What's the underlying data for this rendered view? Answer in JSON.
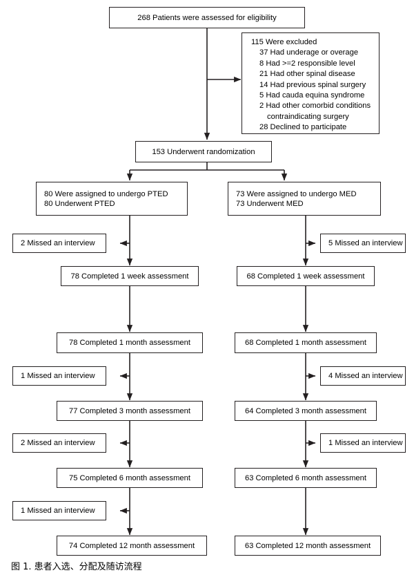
{
  "figure": {
    "caption": "图 1. 患者入选、分配及随访流程",
    "line_color": "#231f20"
  },
  "enrollment": {
    "assessed_label": "268 Patients were assessed for eligibility",
    "randomized_label": "153 Underwent randomization"
  },
  "excluded": {
    "heading": "115 Were excluded",
    "reasons": [
      "37 Had underage or overage",
      "8 Had >=2 responsible level",
      "21 Had other spinal disease",
      "14 Had previous spinal surgery",
      "5 Had cauda equina syndrome",
      "2 Had other comorbid conditions",
      "contraindicating surgery",
      "28 Declined to participate"
    ]
  },
  "arms": {
    "left": {
      "assigned_line1": "80 Were assigned to undergo PTED",
      "assigned_line2": "80 Underwent PTED",
      "missed": [
        "2 Missed an interview",
        "1 Missed an interview",
        "2 Missed an interview",
        "1 Missed an interview"
      ],
      "assessments": [
        "78 Completed 1 week assessment",
        "78 Completed 1 month assessment",
        "77 Completed 3 month assessment",
        "75 Completed 6 month assessment",
        "74 Completed 12 month assessment"
      ]
    },
    "right": {
      "assigned_line1": "73 Were assigned to undergo MED",
      "assigned_line2": "73 Underwent MED",
      "missed": [
        "5 Missed an interview",
        "4 Missed an interview",
        "1 Missed an interview"
      ],
      "assessments": [
        "68 Completed 1 week assessment",
        "68 Completed 1 month assessment",
        "64 Completed 3 month assessment",
        "63 Completed 6 month assessment",
        "63 Completed 12 month assessment"
      ]
    }
  }
}
